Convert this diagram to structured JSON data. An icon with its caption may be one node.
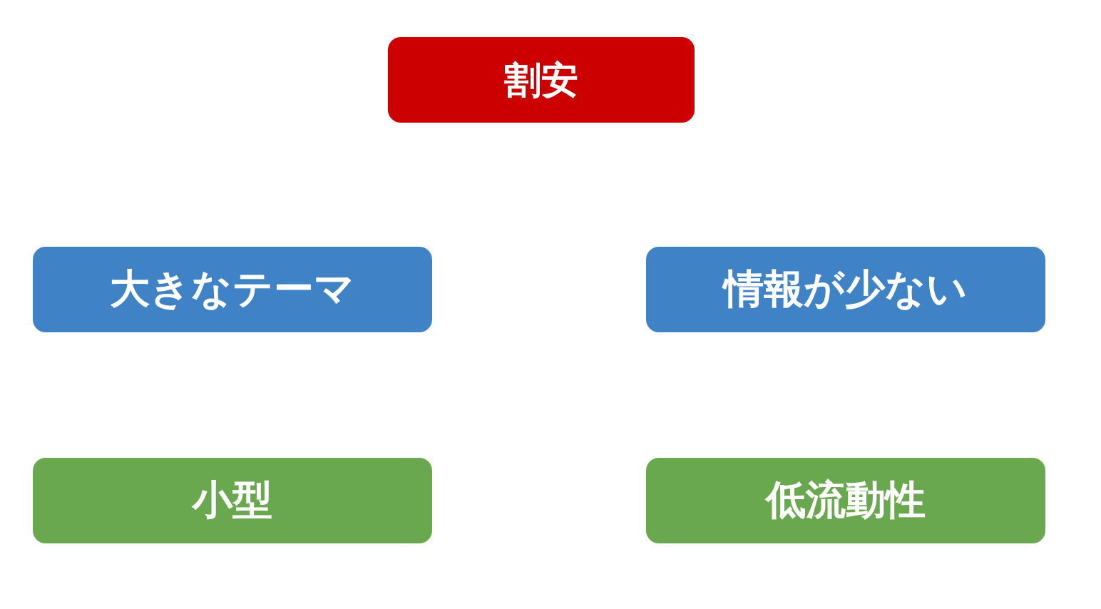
{
  "diagram": {
    "nodes": [
      {
        "text": [
          "割安"
        ]
      },
      {
        "text": [
          "大きなテーマ"
        ]
      },
      {
        "text": [
          "情報が少ない"
        ]
      },
      {
        "text": [
          "小型"
        ]
      },
      {
        "text": [
          "低流動性"
        ]
      }
    ]
  }
}
